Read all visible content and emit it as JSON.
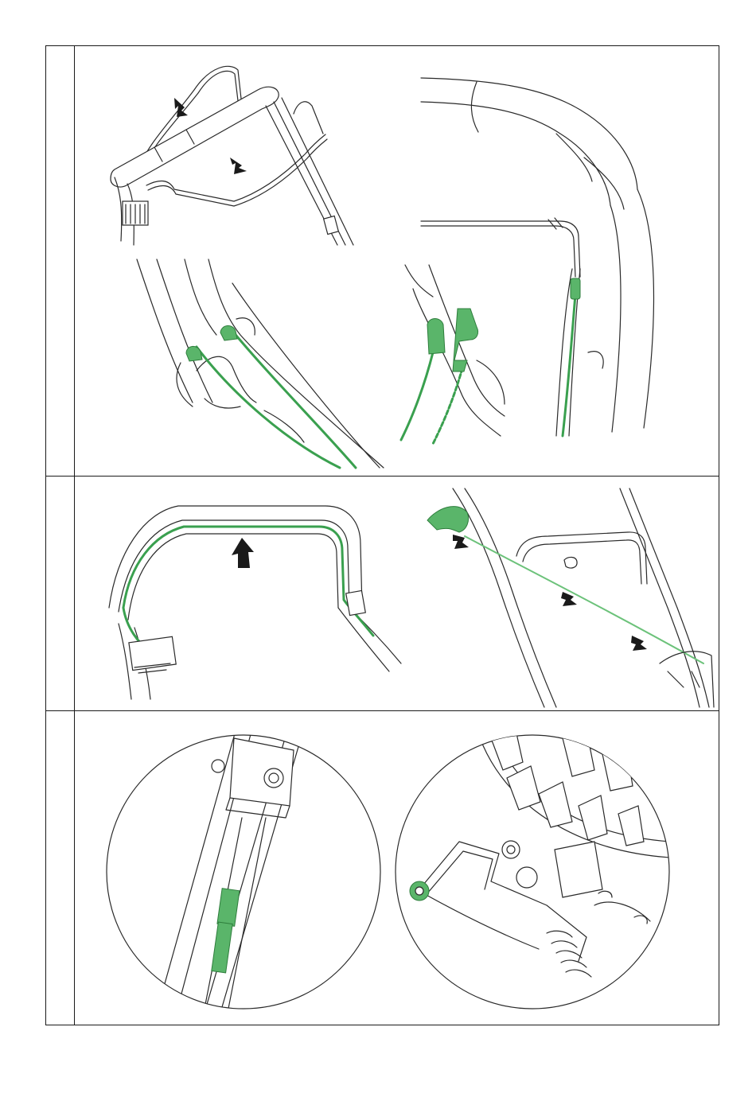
{
  "accent_color": "#3aa04f",
  "line_color": "#2a2a2a",
  "figures": [
    {
      "id": "fig-1a",
      "subject": "handle-frame-with-cable-guide"
    },
    {
      "id": "fig-1b",
      "subject": "cable-clip-close-up"
    },
    {
      "id": "fig-1c",
      "subject": "cable-nipple-connectors"
    },
    {
      "id": "fig-1d",
      "subject": "handle-corner-cable-route"
    },
    {
      "id": "fig-2a",
      "subject": "upper-handle-cable-route"
    },
    {
      "id": "fig-2b",
      "subject": "cable-to-engine-route"
    },
    {
      "id": "fig-3a",
      "subject": "cable-adjuster-detail"
    },
    {
      "id": "fig-3b",
      "subject": "engine-brake-lever-detail"
    }
  ]
}
